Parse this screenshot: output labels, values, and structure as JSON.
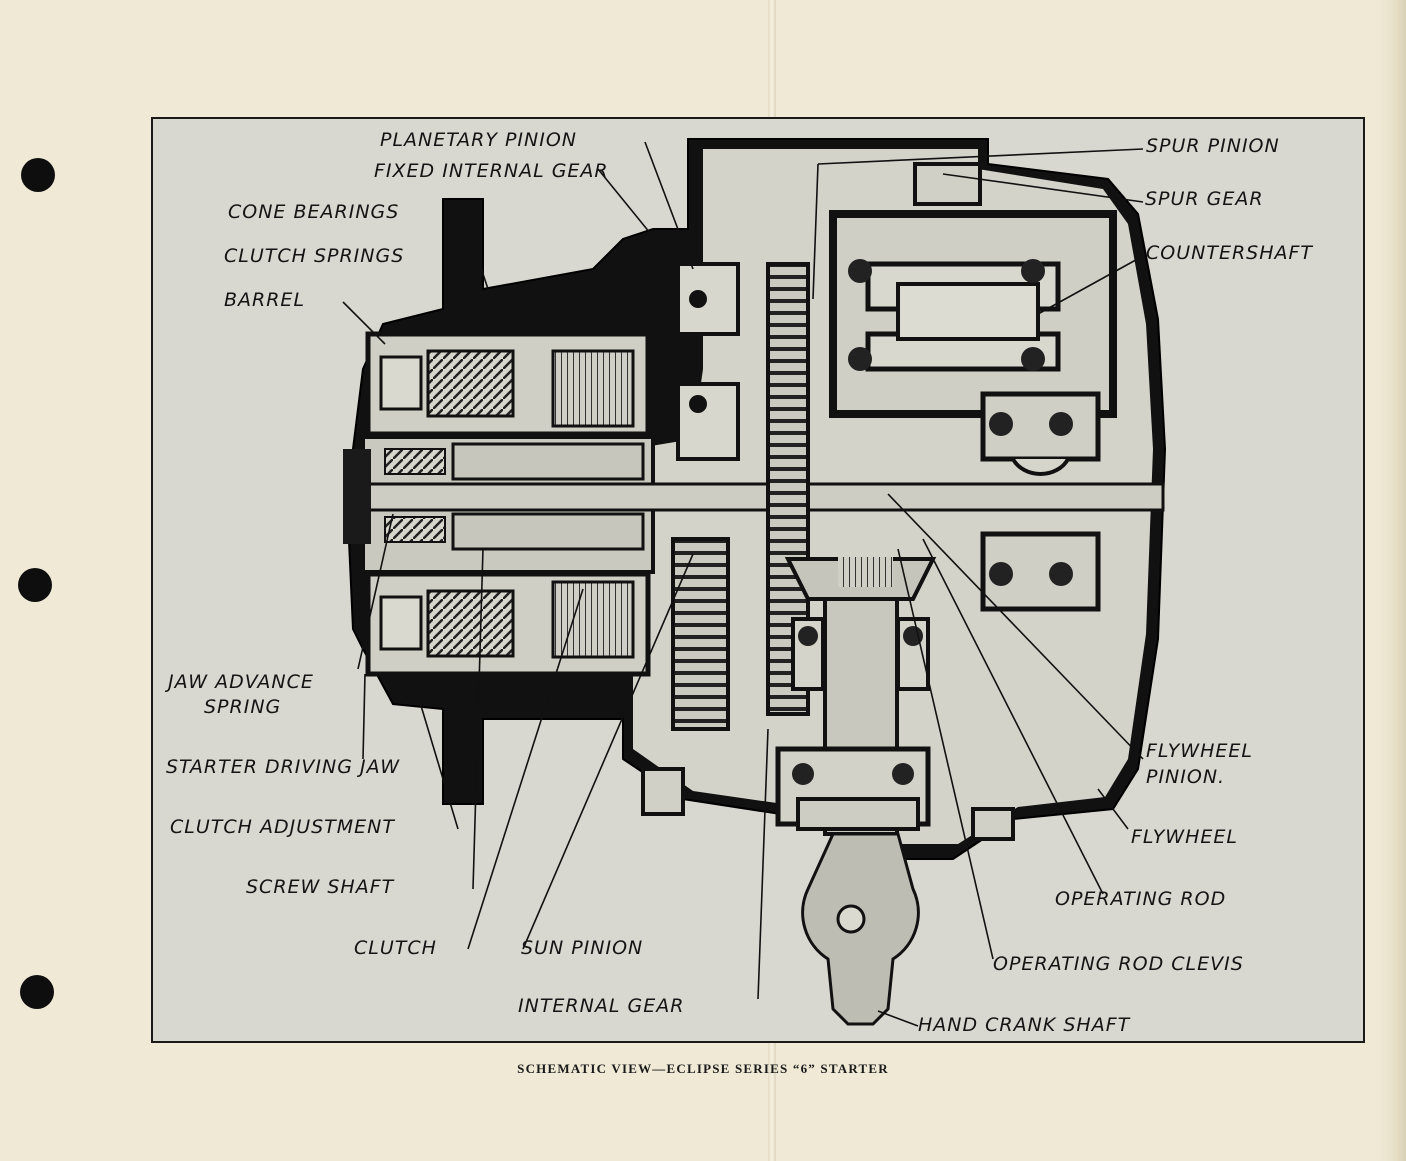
{
  "figure": {
    "caption": "SCHEMATIC VIEW—ECLIPSE SERIES “6” STARTER",
    "labels": {
      "planetary_pinion": "PLANETARY PINION",
      "fixed_internal_gear": "FIXED INTERNAL GEAR",
      "cone_bearings": "CONE BEARINGS",
      "clutch_springs": "CLUTCH SPRINGS",
      "barrel": "BARREL",
      "spur_pinion": "SPUR PINION",
      "spur_gear": "SPUR GEAR",
      "countershaft": "COUNTERSHAFT",
      "jaw_advance_spring_1": "JAW ADVANCE",
      "jaw_advance_spring_2": "SPRING",
      "starter_driving_jaw": "STARTER DRIVING JAW",
      "clutch_adjustment": "CLUTCH ADJUSTMENT",
      "screw_shaft": "SCREW SHAFT",
      "clutch": "CLUTCH",
      "sun_pinion": "SUN PINION",
      "internal_gear": "INTERNAL GEAR",
      "flywheel_pinion_1": "FLYWHEEL",
      "flywheel_pinion_2": "PINION.",
      "flywheel": "FLYWHEEL",
      "operating_rod": "OPERATING ROD",
      "operating_rod_clevis": "OPERATING ROD CLEVIS",
      "hand_crank_shaft": "HAND CRANK SHAFT"
    }
  }
}
